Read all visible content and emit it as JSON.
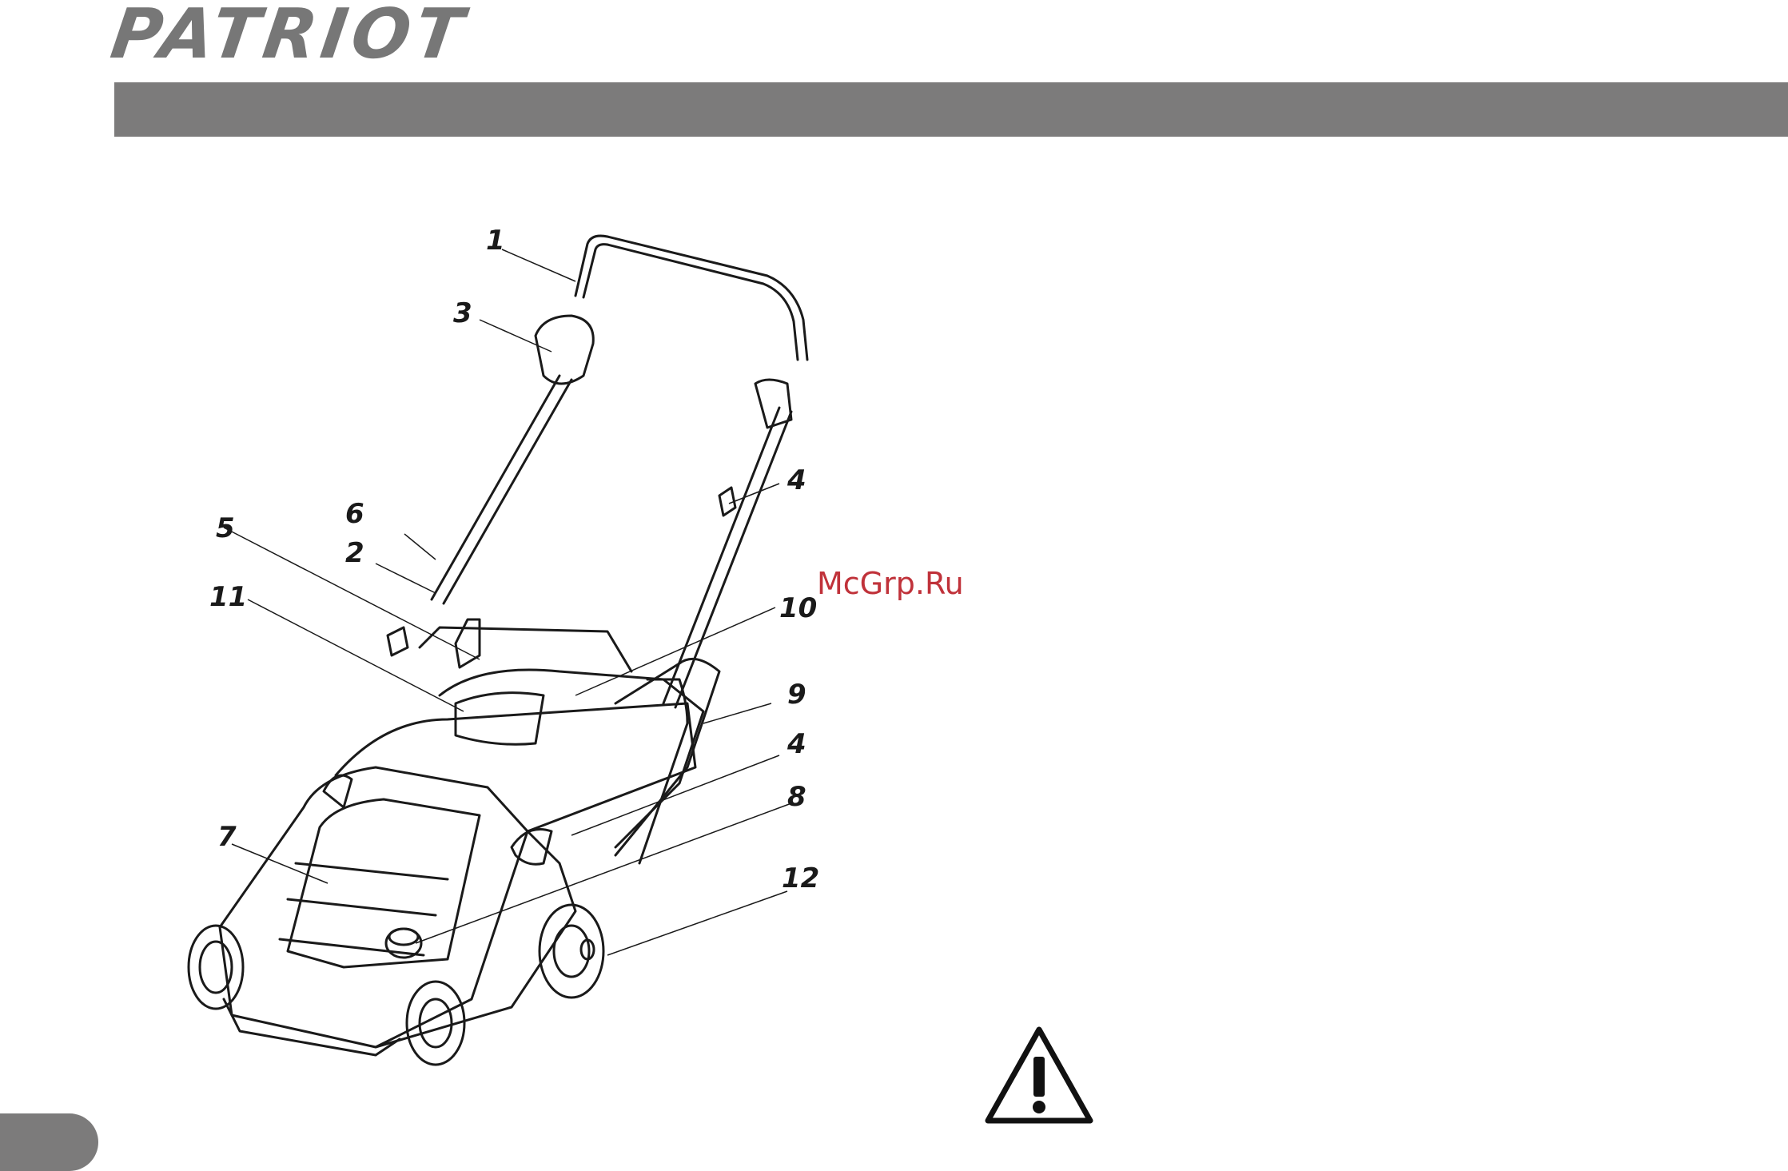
{
  "brand": {
    "logo_text": "PATRIOT"
  },
  "watermark": {
    "text": "McGrp.Ru"
  },
  "diagram": {
    "callouts": [
      "1",
      "3",
      "4",
      "6",
      "5",
      "2",
      "11",
      "10",
      "9",
      "4",
      "8",
      "7",
      "12"
    ]
  },
  "warning": {
    "icon": "warning-triangle-icon"
  }
}
